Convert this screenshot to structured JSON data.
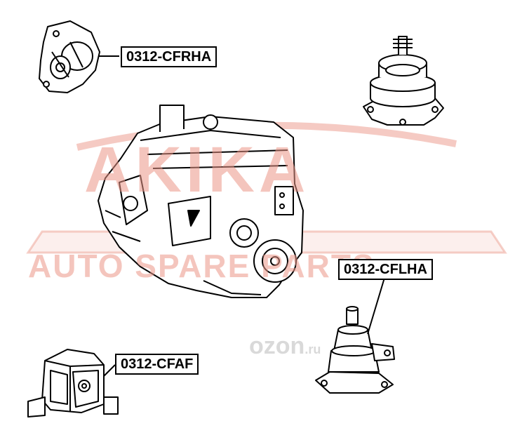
{
  "watermark": {
    "logo": "AKIKA",
    "subtitle": "AUTO SPARE PARTS",
    "color": "#eb9687"
  },
  "site_mark": {
    "name": "ozon",
    "tld": ".ru"
  },
  "labels": {
    "top_right_mount": "0312-CFRHA",
    "left_mount": "0312-CFLHA",
    "front_mount": "0312-CFAF"
  }
}
